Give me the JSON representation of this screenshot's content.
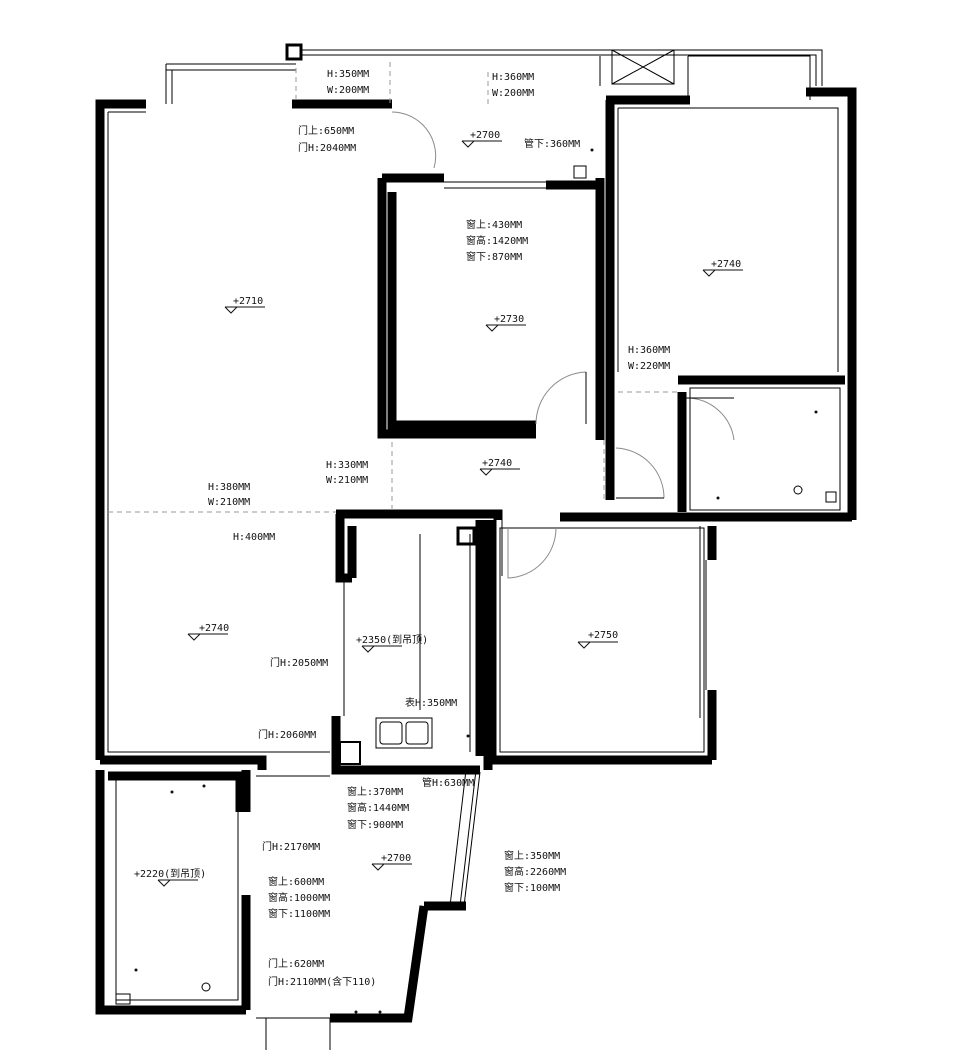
{
  "notes": {
    "beam_h350": "H:350MM",
    "beam_w200_a": "W:200MM",
    "beam_h360": "H:360MM",
    "beam_w200_b": "W:200MM",
    "door_top_650": "门上:650MM",
    "door_h_2040": "门H:2040MM",
    "pipe_under_360": "管下:360MM",
    "win_top_430": "窗上:430MM",
    "win_h_1420": "窗高:1420MM",
    "win_bottom_870": "窗下:870MM",
    "beam_h360_b": "H:360MM",
    "beam_w220": "W:220MM",
    "beam_h330": "H:330MM",
    "beam_w210_a": "W:210MM",
    "beam_h380": "H:380MM",
    "beam_w210_b": "W:210MM",
    "beam_h400": "H:400MM",
    "door_h_2050": "门H:2050MM",
    "meter_h_350": "表H:350MM",
    "door_h_2060": "门H:2060MM",
    "pipe_h_630": "管H:630MM",
    "win_top_370": "窗上:370MM",
    "win_h_1440": "窗高:1440MM",
    "win_bottom_900": "窗下:900MM",
    "door_h_2170": "门H:2170MM",
    "win_top_600": "窗上:600MM",
    "win_h_1000": "窗高:1000MM",
    "win_bottom_1100": "窗下:1100MM",
    "door_top_620": "门上:620MM",
    "door_h_2110": "门H:2110MM(含下110)",
    "win_top_350": "窗上:350MM",
    "win_h_2260": "窗高:2260MM",
    "win_bottom_100": "窗下:100MM"
  },
  "elevations": {
    "corridor_top": "+2700",
    "master_bedroom": "+2740",
    "living_room_north": "+2710",
    "bedroom_middle": "+2730",
    "hallway": "+2740",
    "living_room_south": "+2740",
    "kitchen": "+2350(到吊顶)",
    "bedroom_south": "+2750",
    "entry": "+2700",
    "bathroom": "+2220(到吊顶)"
  }
}
